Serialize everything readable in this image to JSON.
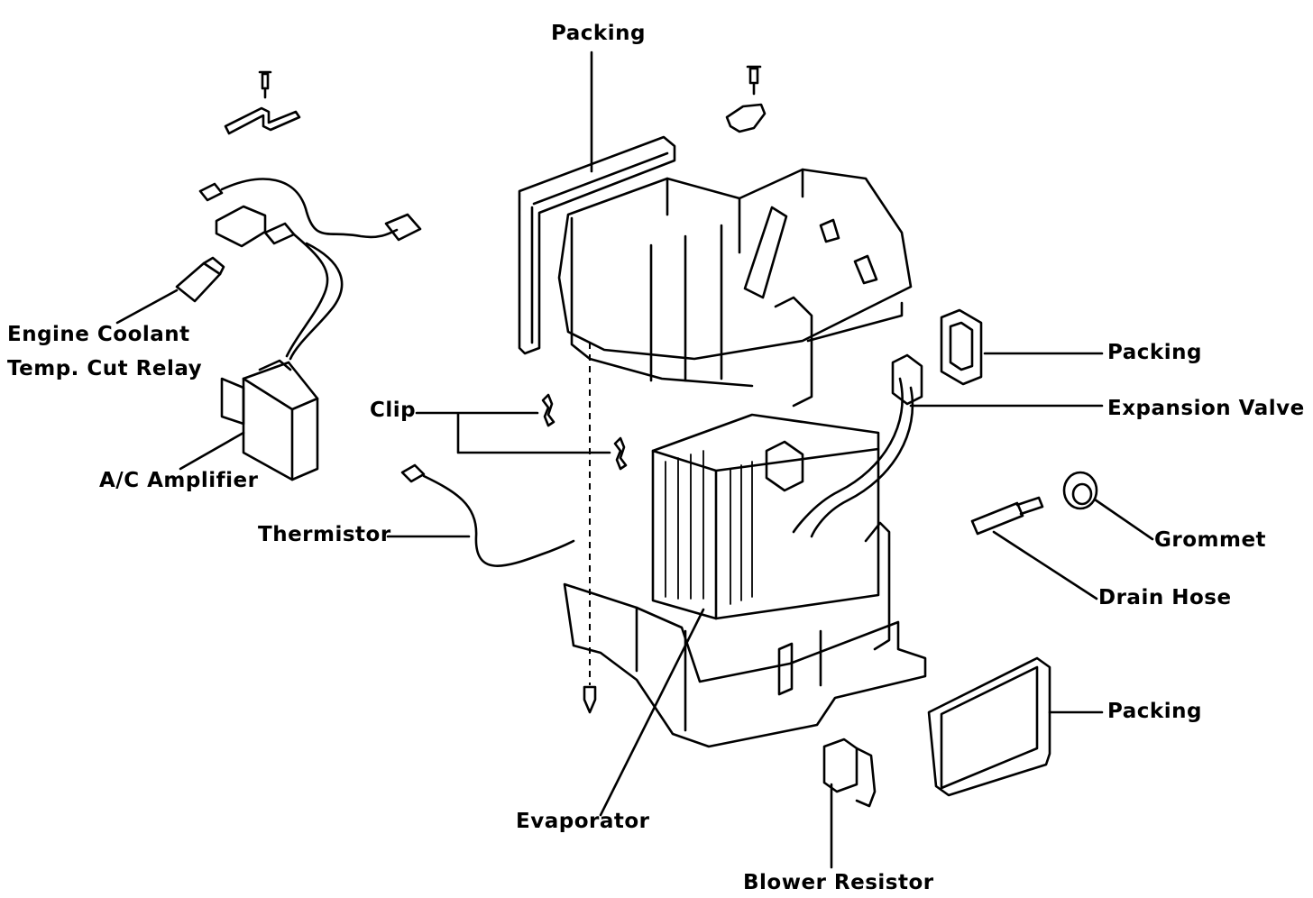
{
  "labels": {
    "packing_top": "Packing",
    "packing_right": "Packing",
    "packing_bottom": "Packing",
    "engine_coolant_line1": "Engine Coolant",
    "engine_coolant_line2": "Temp. Cut Relay",
    "clip": "Clip",
    "expansion_valve": "Expansion Valve",
    "ac_amplifier": "A/C Amplifier",
    "thermistor": "Thermistor",
    "grommet": "Grommet",
    "drain_hose": "Drain Hose",
    "evaporator": "Evaporator",
    "blower_resistor": "Blower Resistor"
  }
}
